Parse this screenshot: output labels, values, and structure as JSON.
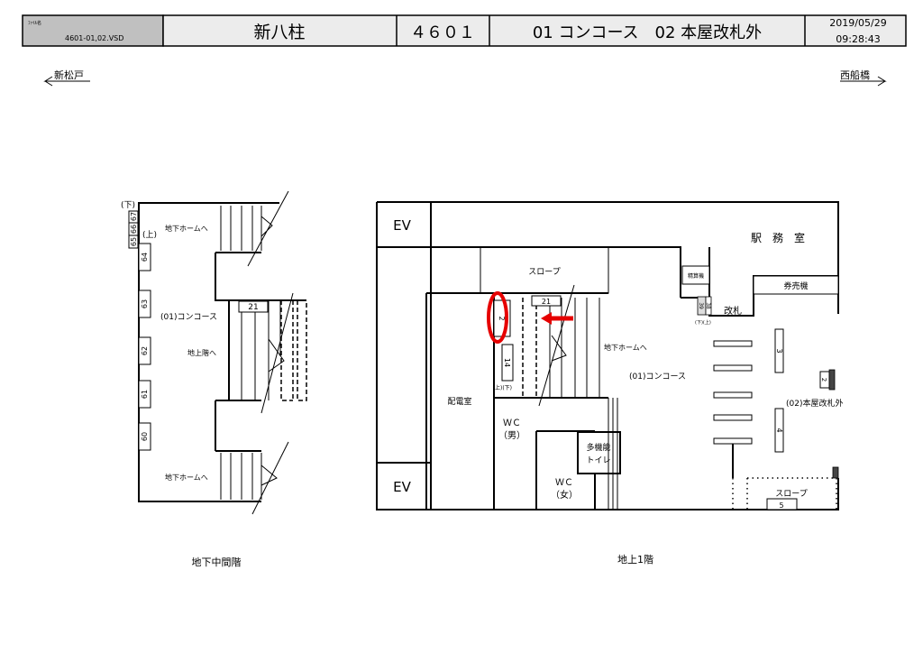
{
  "header": {
    "file_label": "ﾌｧｲﾙ名",
    "file_name": "4601-01,02.VSD",
    "station": "新八柱",
    "code": "４６０１",
    "areas": "01 コンコース　02 本屋改札外",
    "date": "2019/05/29",
    "time": "09:28:43"
  },
  "directions": {
    "left": "新松戸",
    "right": "西船橋"
  },
  "left_plan": {
    "title": "地下中間階",
    "area": "(01)コンコース",
    "down_label": "(下)",
    "up_label": "(上)",
    "to_platform_top": "地下ホームへ",
    "to_platform_bottom": "地下ホームへ",
    "to_ground": "地上階へ",
    "stair_no": "21",
    "machines": [
      "67",
      "66",
      "65",
      "64",
      "63",
      "62",
      "61",
      "60"
    ]
  },
  "right_plan": {
    "title": "地上1階",
    "ev_top": "EV",
    "ev_bottom": "EV",
    "slope_top": "スロープ",
    "slope_bottom": "スロープ",
    "slope_no": "5",
    "office": "駅　務　室",
    "ticket_machines": "券売機",
    "fare_adjust": "精算機",
    "gate": "改札",
    "electric_room": "配電室",
    "wc_men": "ＷＣ\n（男）",
    "wc_men_1": "ＷＣ",
    "wc_men_2": "（男）",
    "wc_women_1": "ＷＣ",
    "wc_women_2": "（女）",
    "multi_toilet_1": "多機能",
    "multi_toilet_2": "トイレ",
    "to_platform": "地下ホームへ",
    "concourse": "(01)コンコース",
    "outside_gate": "(02)本屋改札外",
    "stair_no": "21",
    "machine_2": "2",
    "machine_14": "14",
    "updown": "上)(下)",
    "updown2": "(下)(上)",
    "machines_gate": [
      "39",
      "38"
    ],
    "machine_3": "3",
    "machine_4": "4",
    "machine_2b": "2",
    "highlight_color": "#e60000"
  }
}
